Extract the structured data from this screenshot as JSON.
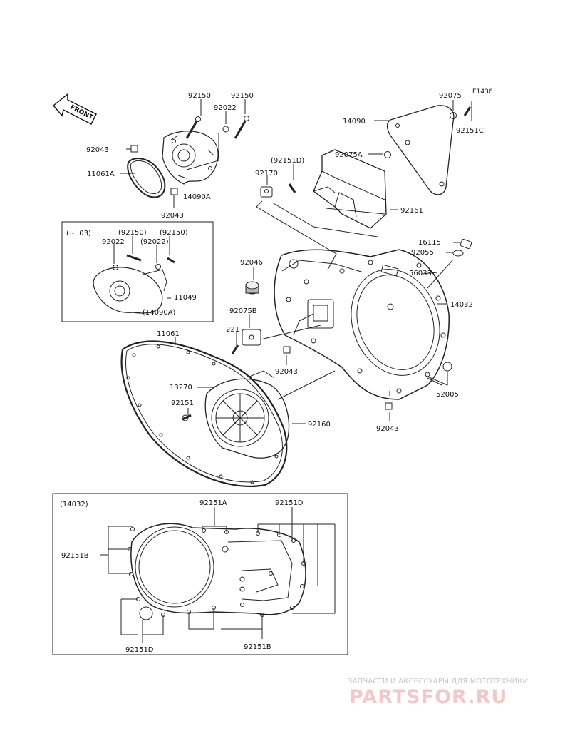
{
  "diagram": {
    "code": "E1436",
    "front_label": "FRONT",
    "inset_early_title": "(~' 03)",
    "inset_cover_title": "(14032)"
  },
  "labels": {
    "p92150a": "92150",
    "p92150b": "92150",
    "p92022": "92022",
    "p92043a": "92043",
    "p11061a": "11061A",
    "p14090a": "14090A",
    "p92043b": "92043",
    "in_92150a": "(92150)",
    "in_92150b": "(92150)",
    "in_92022a": "92022",
    "in_92022b": "(92022)",
    "in_11049": "11049",
    "in_14090a": "(14090A)",
    "p92075": "92075",
    "p14090": "14090",
    "p92151c": "92151C",
    "p92075a": "92075A",
    "p92151d_par": "(92151D)",
    "p92170": "92170",
    "p92161": "92161",
    "p16115": "16115",
    "p92055": "92055",
    "p92046": "92046",
    "p56033": "56033",
    "p14032": "14032",
    "p92075b": "92075B",
    "p221": "221",
    "p92043c": "92043",
    "p11061": "11061",
    "p13270": "13270",
    "p92151": "92151",
    "p92160": "92160",
    "p52005": "52005",
    "p92043d": "92043",
    "c92151a": "92151A",
    "c92151d_top": "92151D",
    "c92151b_left": "92151B",
    "c92151d_bot": "92151D",
    "c92151b_bot": "92151B"
  },
  "watermark": {
    "tagline": "ЗАПЧАСТИ И АКСЕССУАРЫ ДЛЯ МОТОТЕХНИКИ",
    "logo": "PARTSFOR.RU"
  }
}
